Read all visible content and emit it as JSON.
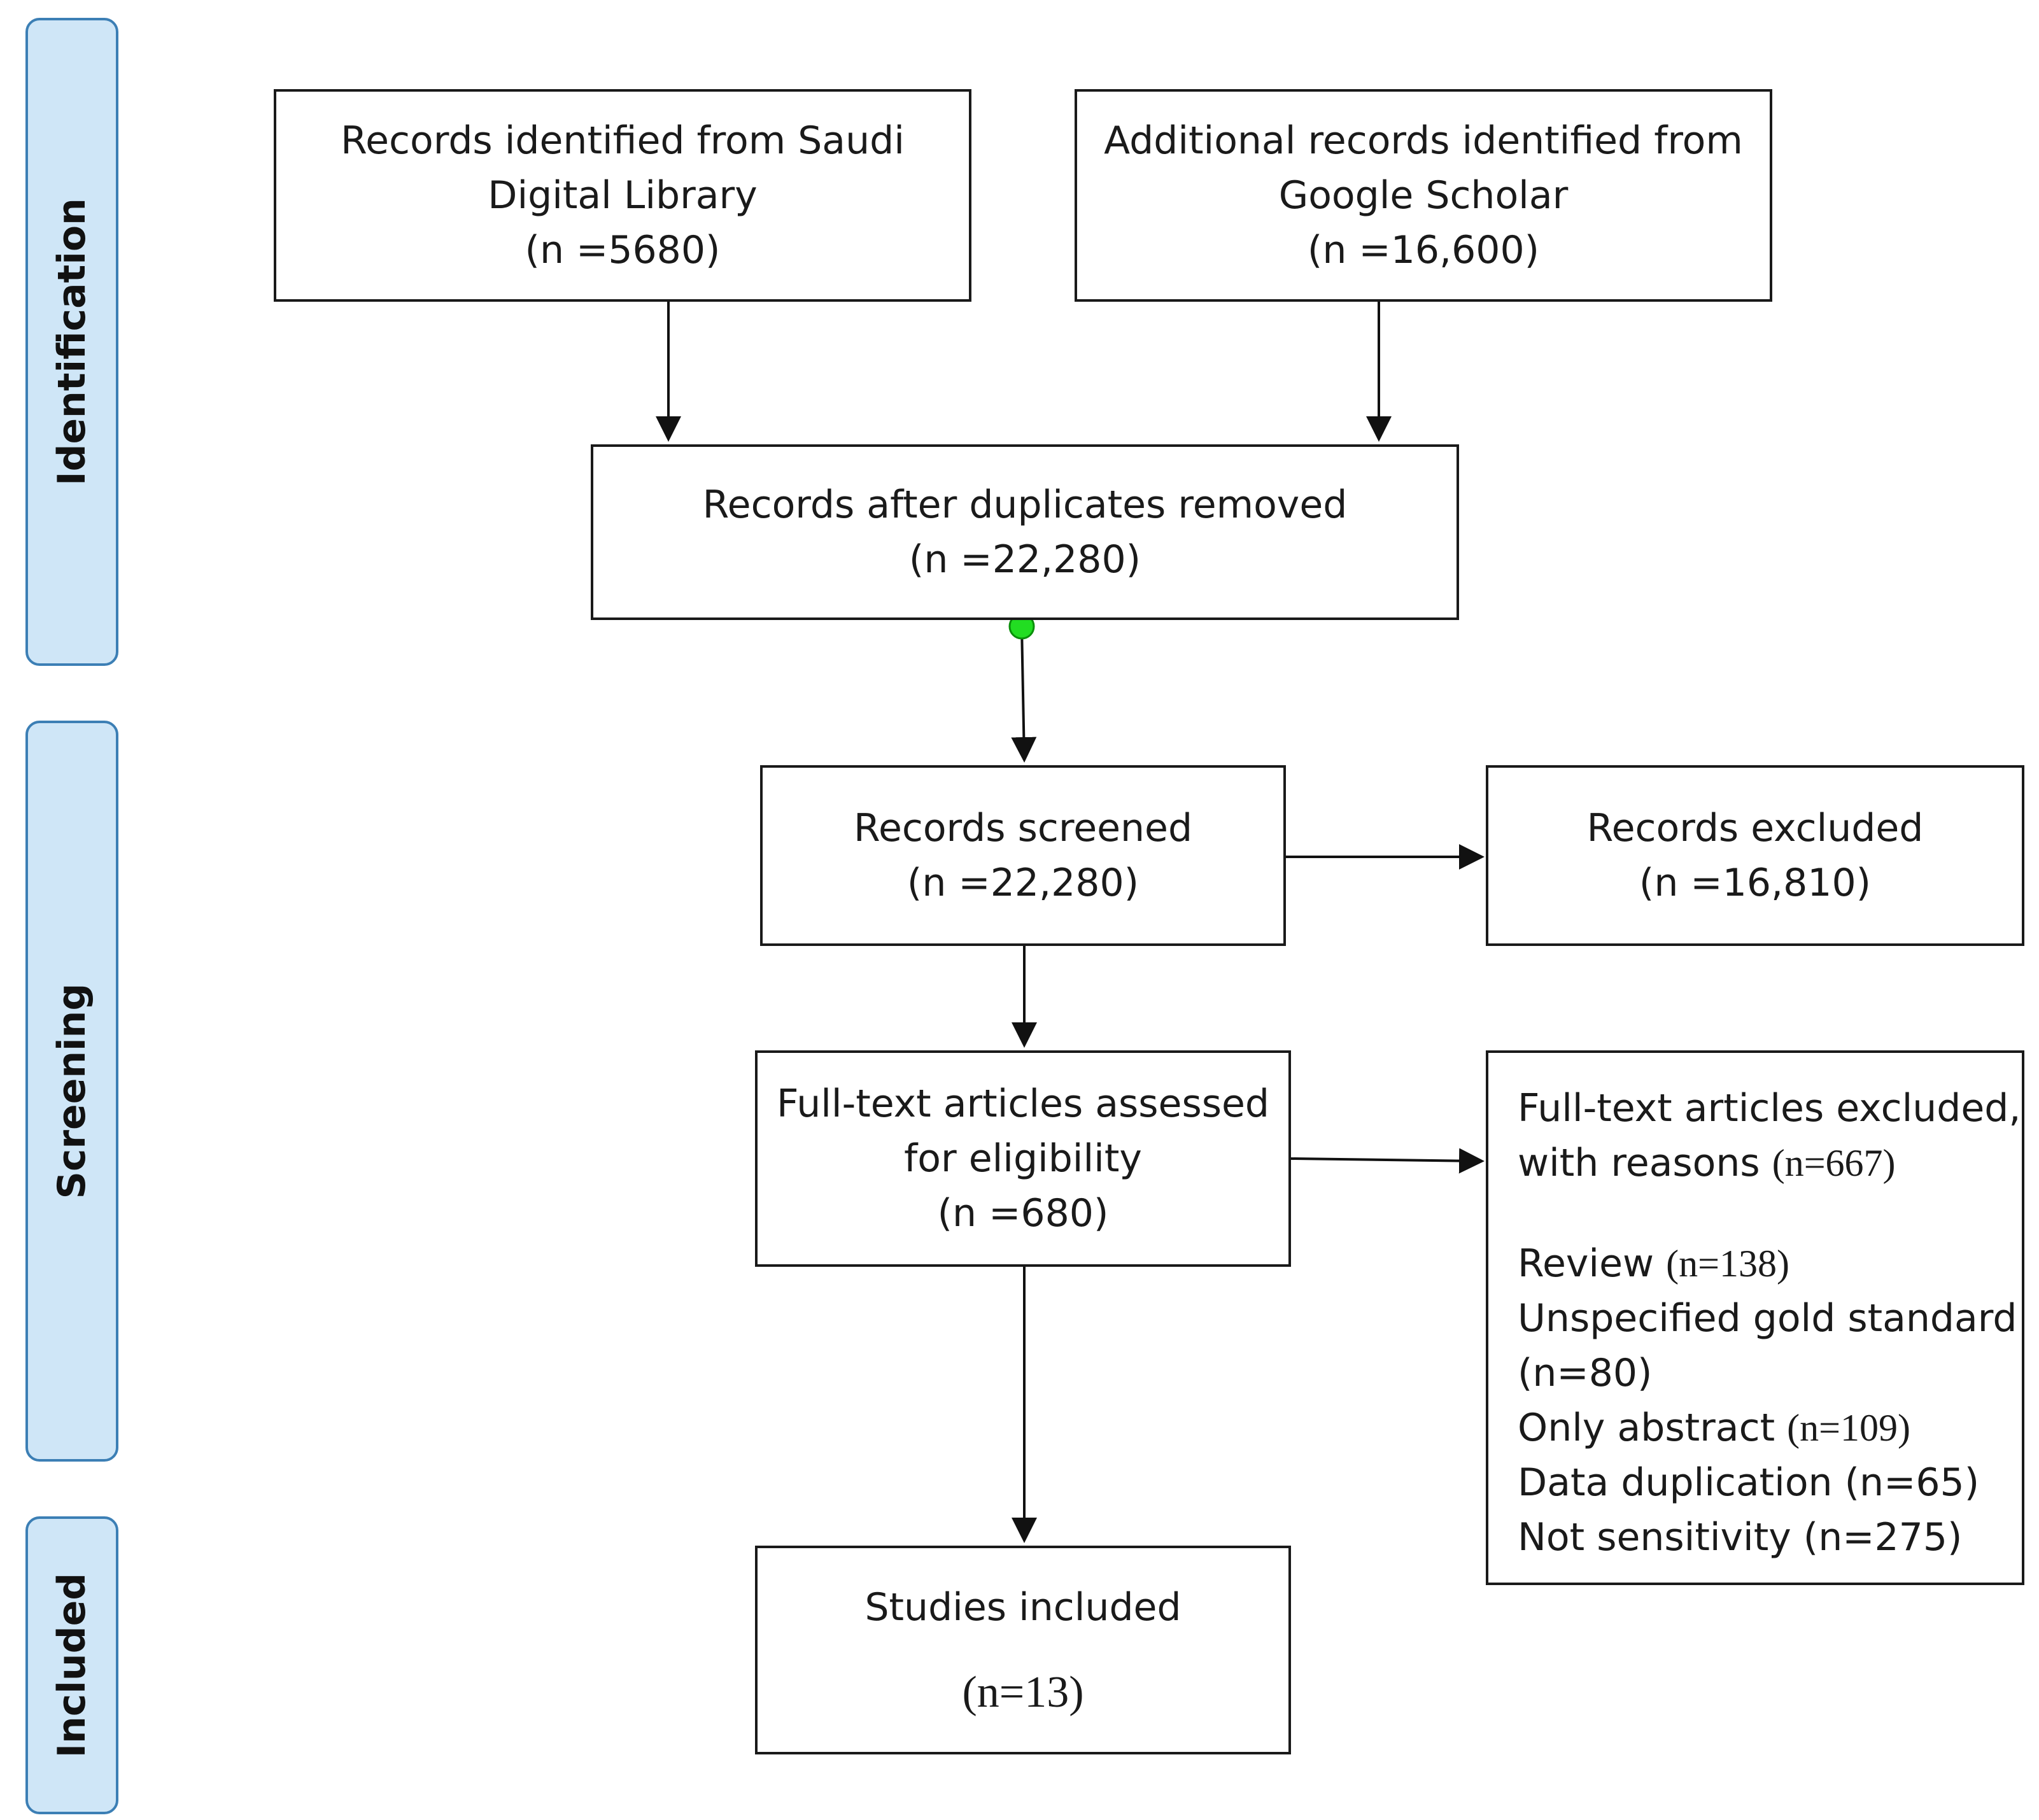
{
  "phases": {
    "identification": "Identification",
    "screening": "Screening",
    "included": "Included"
  },
  "boxes": {
    "saudi": {
      "line1": "Records identified from Saudi",
      "line2": "Digital Library",
      "line3": "(n =5680)"
    },
    "google": {
      "line1": "Additional records identified from",
      "line2": "Google Scholar",
      "line3": "(n =16,600)"
    },
    "dedup": {
      "line1": "Records after duplicates removed",
      "line2": "(n =22,280)"
    },
    "screened": {
      "line1": "Records screened",
      "line2": "(n =22,280)"
    },
    "excluded": {
      "line1": "Records excluded",
      "line2": "(n =16,810)"
    },
    "fulltext": {
      "line1": "Full-text articles assessed",
      "line2": "for eligibility",
      "line3": "(n =680)"
    },
    "fulltext_excluded": {
      "line1": "Full-text articles excluded,",
      "line2_text": "with reasons ",
      "line2_count": "(n=667)",
      "reasons": [
        {
          "text": "Review ",
          "count": "(n=138)"
        },
        {
          "text": "Unspecified gold standard",
          "count": ""
        },
        {
          "text": "(n=80)",
          "count": ""
        },
        {
          "text": "Only abstract ",
          "count": "(n=109)"
        },
        {
          "text": "Data duplication (n=65)",
          "count": ""
        },
        {
          "text": "Not sensitivity (n=275)",
          "count": ""
        }
      ]
    },
    "included": {
      "line1": "Studies included",
      "line2": "(n=13)"
    }
  },
  "colors": {
    "phase_fill": "#cfe6f7",
    "phase_border": "#3c7fb5",
    "connector_dot": "#22dd22"
  }
}
